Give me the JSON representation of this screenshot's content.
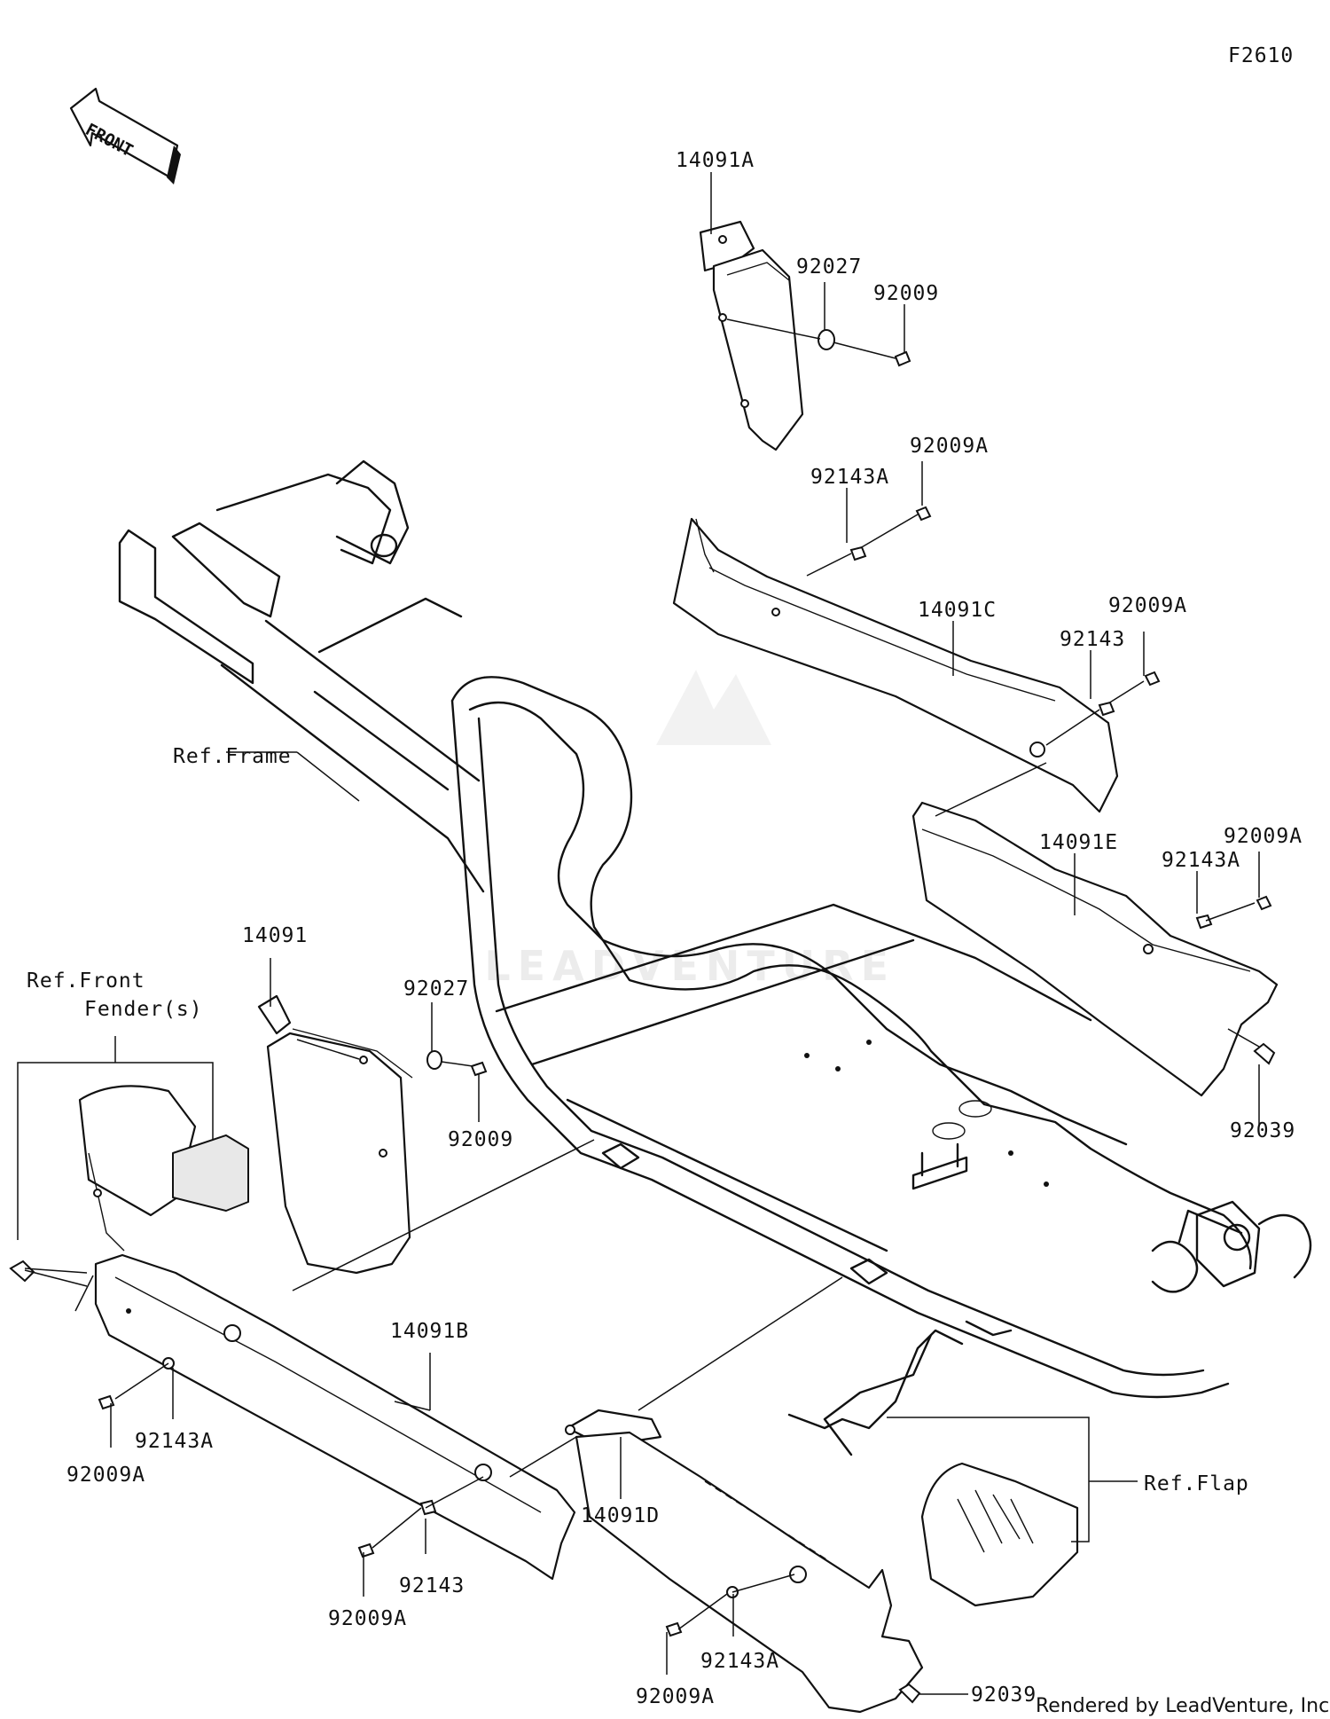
{
  "figure_id": "F2610",
  "front_arrow_text": "FRONT",
  "watermark": "LEADVENTURE",
  "credit": "Rendered by LeadVenture, Inc.",
  "callouts": {
    "c14091A": "14091A",
    "c92027_top": "92027",
    "c92009_top": "92009",
    "c92009A_1": "92009A",
    "c92143A_1": "92143A",
    "c14091C": "14091C",
    "c92009A_2": "92009A",
    "c92143_1": "92143",
    "ref_frame": "Ref.Frame",
    "c92009A_3": "92009A",
    "c14091E": "14091E",
    "c92143A_2": "92143A",
    "c14091": "14091",
    "c92027_mid": "92027",
    "ref_front_fender_1": "Ref.Front",
    "ref_front_fender_2": "Fender(s)",
    "c92009_mid": "92009",
    "c92039_right": "92039",
    "c14091B": "14091B",
    "c92143A_3": "92143A",
    "c92009A_4": "92009A",
    "c92143_2": "92143",
    "c92009A_5": "92009A",
    "c14091D": "14091D",
    "ref_flap": "Ref.Flap",
    "c92143A_4": "92143A",
    "c92009A_6": "92009A",
    "c92039_bottom": "92039"
  }
}
